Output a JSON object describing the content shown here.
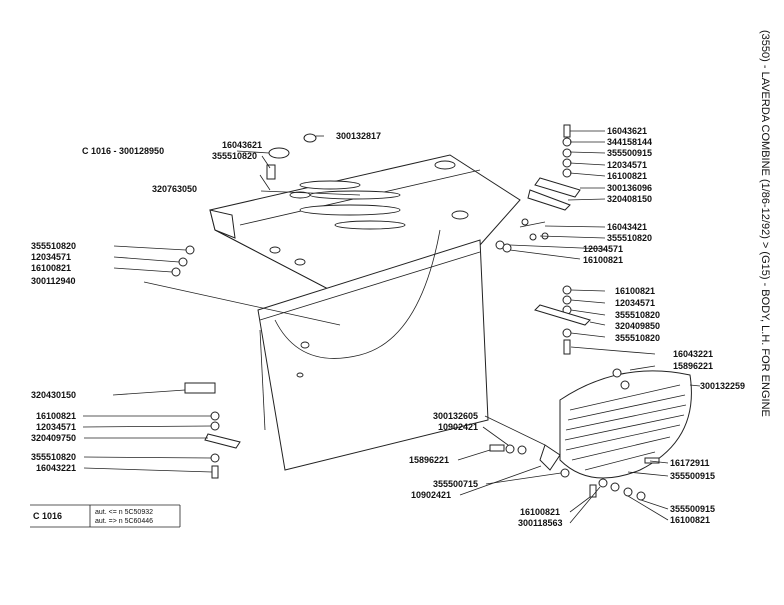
{
  "side_title": "(3550) - LAVERDA COMBINE (1/86-12/92) > (G15) - BODY, L.H. FOR ENGINE",
  "labels": {
    "c1016_top": "C 1016 - 300128950",
    "p16043621_top": "16043621",
    "p355510820_top": "355510820",
    "p300132817": "300132817",
    "p320763050": "320763050",
    "r16043621": "16043621",
    "r344158144": "344158144",
    "r355500915": "355500915",
    "r12034571": "12034571",
    "r16100821": "16100821",
    "r300136096": "300136096",
    "r320408150": "320408150",
    "r16043421": "16043421",
    "r355510820": "355510820",
    "r12034571b": "12034571",
    "r16100821b": "16100821",
    "l355510820": "355510820",
    "l12034571": "12034571",
    "l16100821": "16100821",
    "l300112940": "300112940",
    "m16100821": "16100821",
    "m12034571": "12034571",
    "m355510820": "355510820",
    "m320409850": "320409850",
    "m355510820b": "355510820",
    "m16043221": "16043221",
    "m15896221": "15896221",
    "m300132259": "300132259",
    "b320430150": "320430150",
    "b16100821": "16100821",
    "b12034571": "12034571",
    "b320409750": "320409750",
    "b355510820": "355510820",
    "b16043221": "16043221",
    "c300132605": "300132605",
    "c10902421": "10902421",
    "c15896221": "15896221",
    "c355500715": "355500715",
    "c10902421b": "10902421",
    "c16100821": "16100821",
    "c300118563": "300118563",
    "d16172911": "16172911",
    "d355500915": "355500915",
    "d355500915b": "355500915",
    "d16100821": "16100821"
  },
  "legend_box": {
    "code": "C 1016",
    "line1": "aut. <= n 5C50932",
    "line2": "aut. => n 5C60446"
  }
}
